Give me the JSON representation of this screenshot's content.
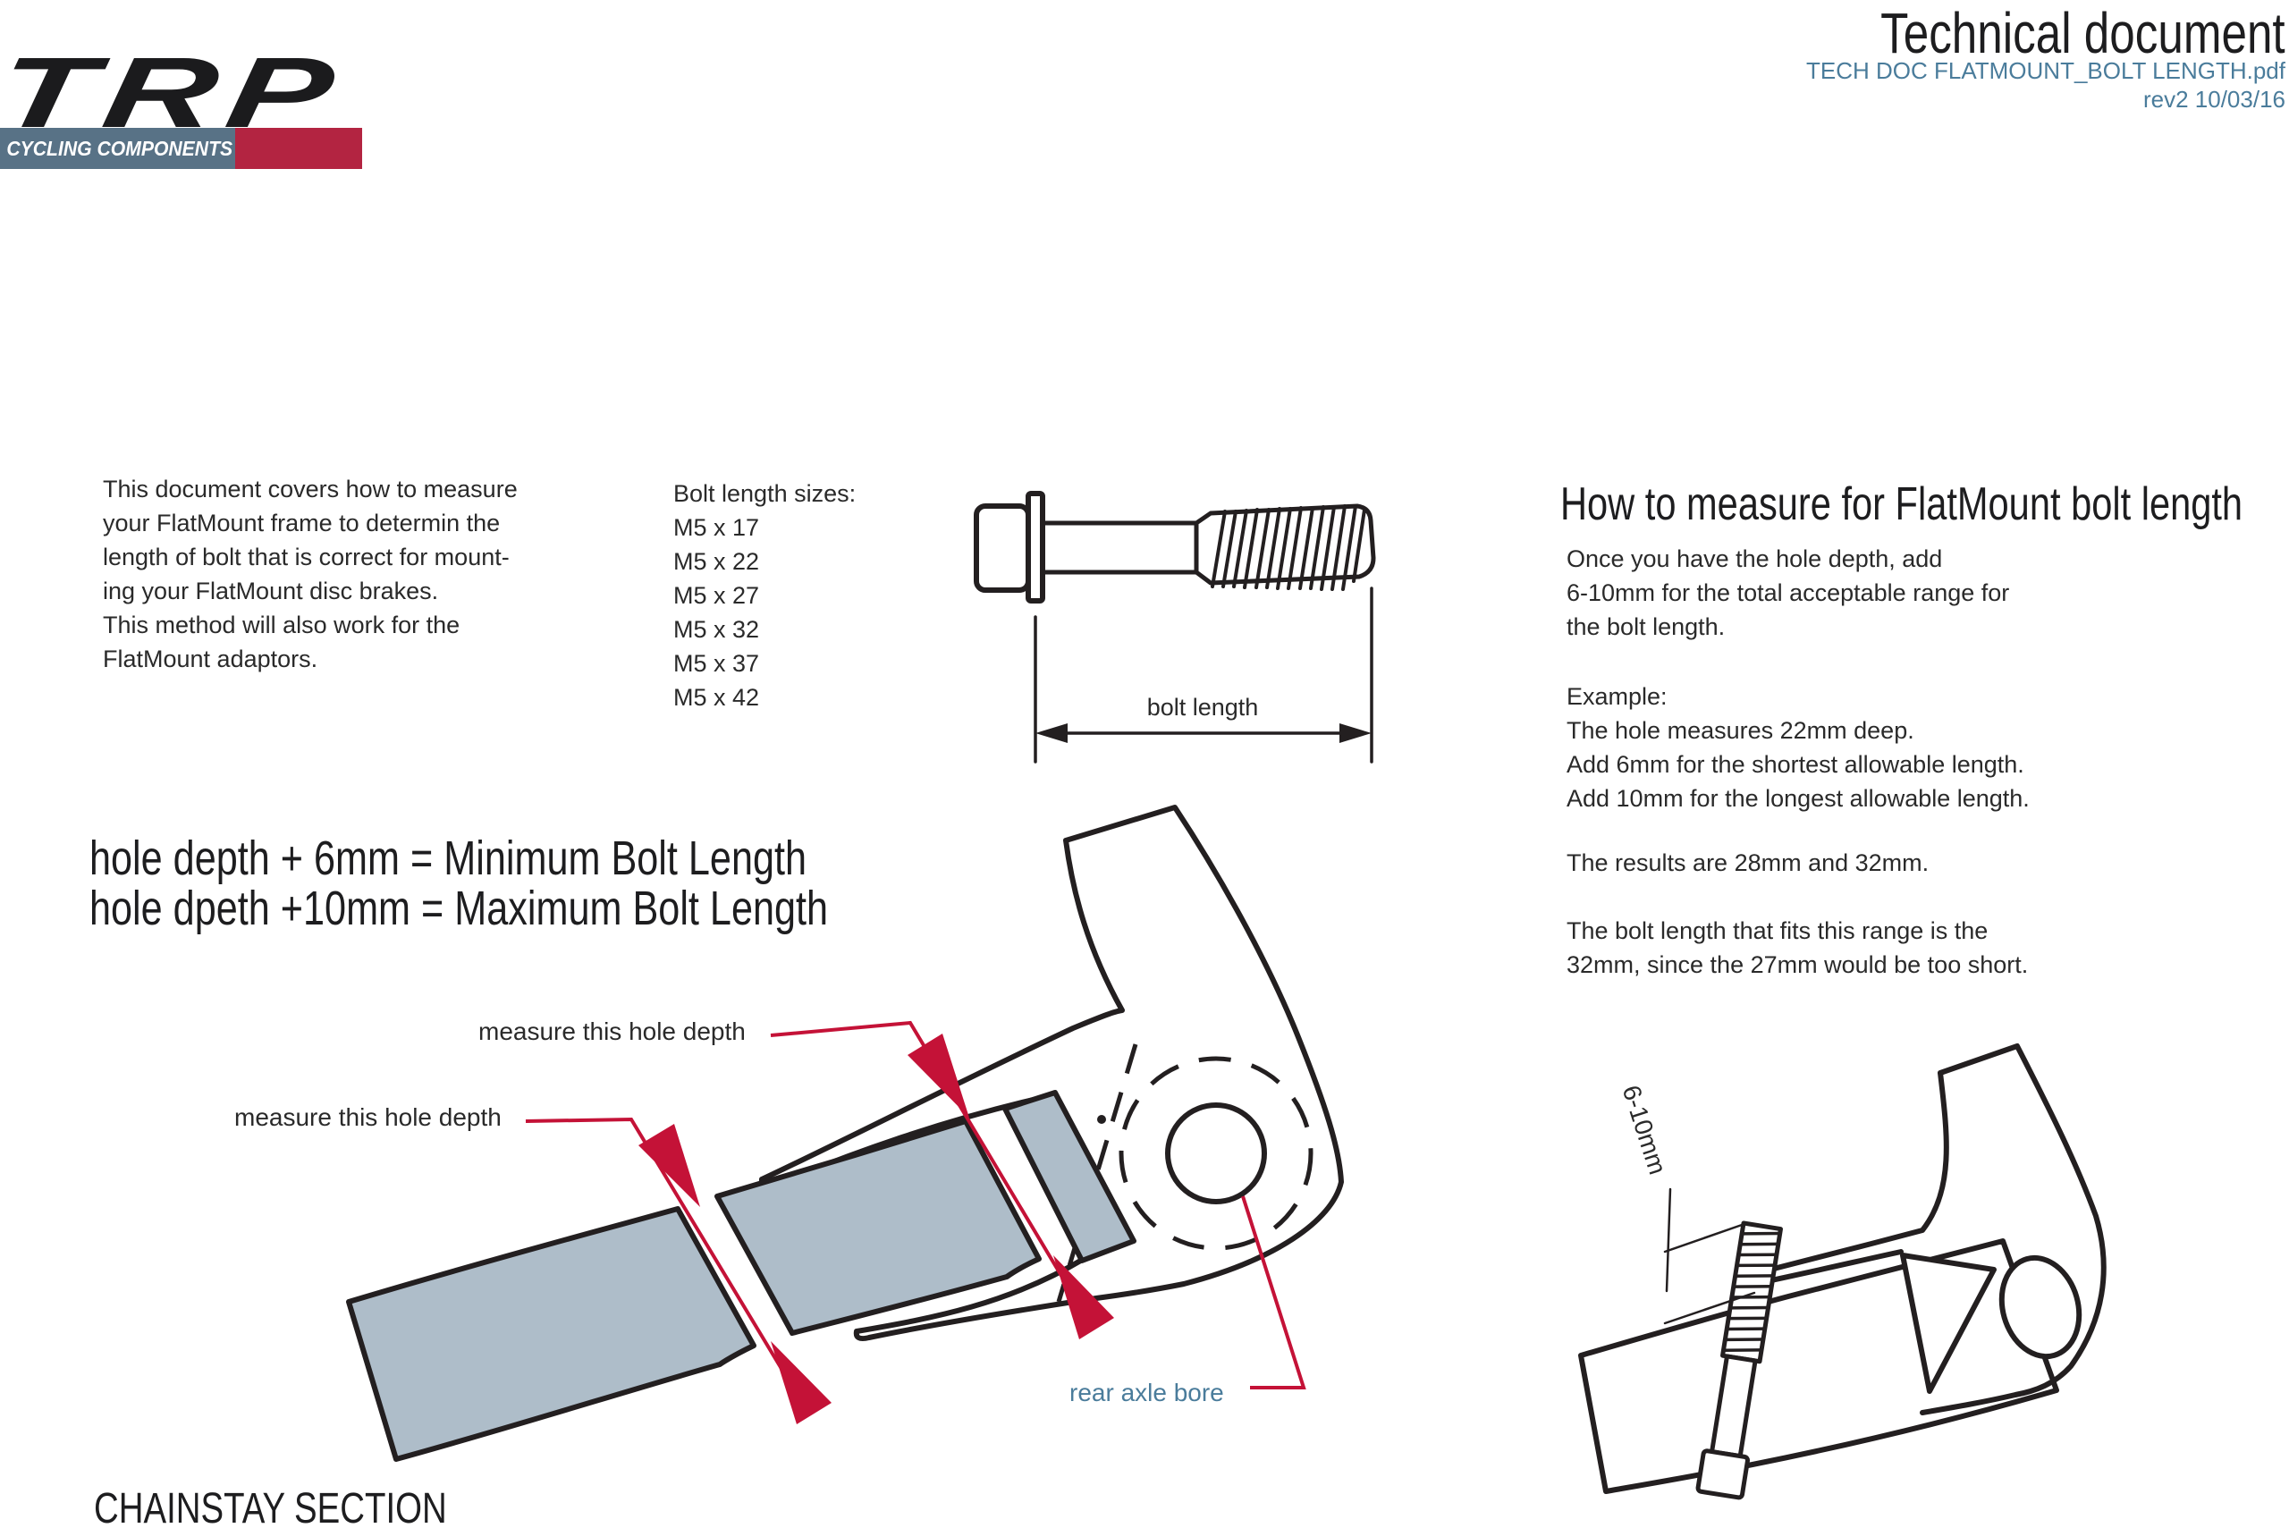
{
  "header": {
    "doc_type": "Technical document",
    "file_name": "TECH DOC FLATMOUNT_BOLT LENGTH.pdf",
    "revision": "rev2 10/03/16",
    "logo": {
      "brand": "TRP",
      "tagline": "CYCLING COMPONENTS"
    }
  },
  "intro": {
    "lines": [
      "This document covers how to measure",
      "your FlatMount frame to determin the",
      "length of bolt that is correct for mount-",
      "ing your FlatMount disc brakes.",
      "This method will also work for the",
      "FlatMount adaptors."
    ]
  },
  "bolt_sizes": {
    "title": "Bolt length sizes:",
    "items": [
      "M5 x 17",
      "M5 x 22",
      "M5 x 27",
      "M5 x 32",
      "M5 x 37",
      "M5 x 42"
    ]
  },
  "bolt_diagram": {
    "dimension_label": "bolt length"
  },
  "formulas": {
    "line1": "hole depth + 6mm = Minimum Bolt Length",
    "line2": "hole dpeth +10mm = Maximum Bolt Length"
  },
  "how_to": {
    "heading": "How to measure for FlatMount bolt length",
    "intro_lines": [
      "Once you have the hole depth, add",
      "6-10mm for the total acceptable range for",
      "the bolt length."
    ],
    "example_lines": [
      "Example:",
      "The hole measures 22mm deep.",
      "Add 6mm for the shortest allowable length.",
      "Add 10mm for the longest allowable length."
    ],
    "result_line": "The results are 28mm and 32mm.",
    "conclusion_lines": [
      "The bolt length that fits this range is the",
      "32mm, since the 27mm would be too short."
    ]
  },
  "main_diagram": {
    "hole_label_upper": "measure this hole depth",
    "hole_label_lower": "measure this hole depth",
    "rear_axle_label": "rear axle bore",
    "caption": "CHAINSTAY SECTION"
  },
  "side_diagram": {
    "range_label": "6-10mm"
  },
  "colors": {
    "accent_red": "#c41237",
    "steel_blue": "#4a7c9b",
    "logo_blue": "#587286",
    "logo_red": "#b32441",
    "chainstay_fill": "#aebdc9",
    "ink": "#231f20"
  }
}
